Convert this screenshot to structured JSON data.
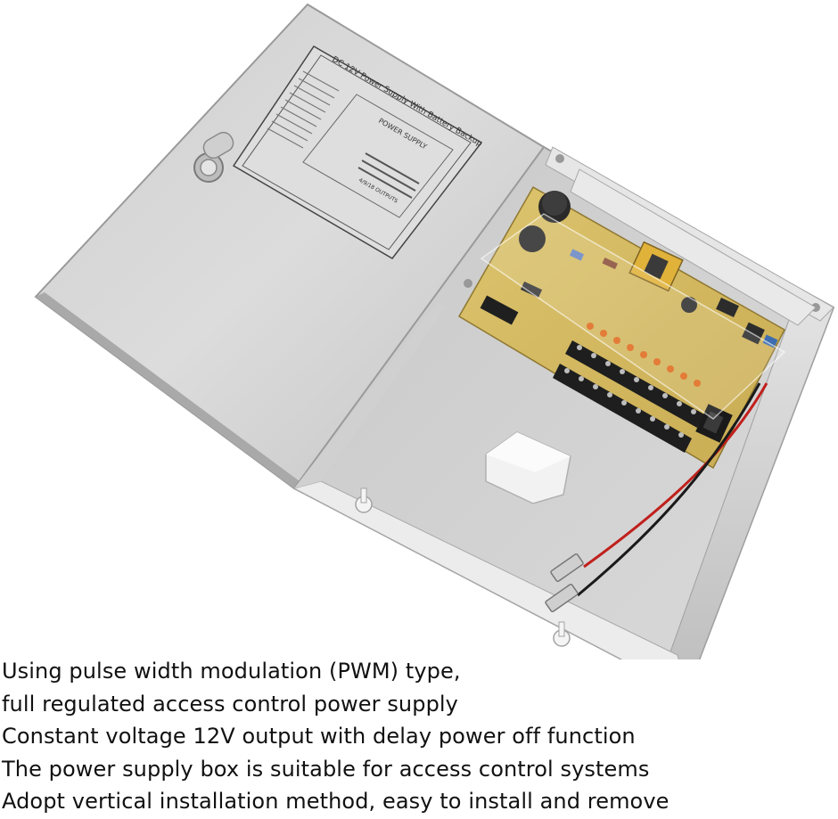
{
  "lid_label": {
    "title": "DC 12V Power Supply With Battery Backup",
    "board_title": "POWER SUPPLY",
    "outputs_label": "4/9/18 OUTPUTS"
  },
  "caption_lines": [
    "Using pulse width modulation (PWM) type,",
    "full regulated access control power supply",
    "Constant voltage 12V output with delay power off function",
    "The power supply box is suitable for access control systems",
    "Adopt vertical installation method, easy to install and remove"
  ],
  "colors": {
    "enclosure": "#d6d6d6",
    "enclosure_shadow": "#b9b9b9",
    "pcb": "#d9bf66",
    "terminal": "#1e1e1e",
    "led": "#e06a1d",
    "wire_red": "#c0201c",
    "wire_black": "#1a1a1a"
  }
}
